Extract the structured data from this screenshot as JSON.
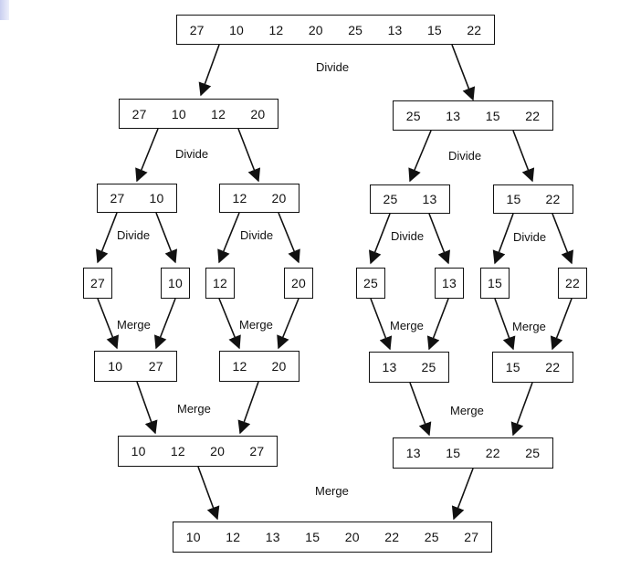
{
  "colors": {
    "ink": "#111111",
    "corner_accent": "#c9cff0"
  },
  "levels": {
    "root": {
      "values": [
        "27",
        "10",
        "12",
        "20",
        "25",
        "13",
        "15",
        "22"
      ]
    },
    "half_left": {
      "values": [
        "27",
        "10",
        "12",
        "20"
      ]
    },
    "half_right": {
      "values": [
        "25",
        "13",
        "15",
        "22"
      ]
    },
    "quarters": [
      {
        "values": [
          "27",
          "10"
        ]
      },
      {
        "values": [
          "12",
          "20"
        ]
      },
      {
        "values": [
          "25",
          "13"
        ]
      },
      {
        "values": [
          "15",
          "22"
        ]
      }
    ],
    "singles": [
      "27",
      "10",
      "12",
      "20",
      "25",
      "13",
      "15",
      "22"
    ],
    "merged_pairs": [
      {
        "values": [
          "10",
          "27"
        ]
      },
      {
        "values": [
          "12",
          "20"
        ]
      },
      {
        "values": [
          "13",
          "25"
        ]
      },
      {
        "values": [
          "15",
          "22"
        ]
      }
    ],
    "merged_half_left": {
      "values": [
        "10",
        "12",
        "20",
        "27"
      ]
    },
    "merged_half_right": {
      "values": [
        "13",
        "15",
        "22",
        "25"
      ]
    },
    "final": {
      "values": [
        "10",
        "12",
        "13",
        "15",
        "20",
        "22",
        "25",
        "27"
      ]
    }
  },
  "labels": {
    "divide_top": "Divide",
    "divide_left": "Divide",
    "divide_right": "Divide",
    "divide_q1": "Divide",
    "divide_q2": "Divide",
    "divide_q3": "Divide",
    "divide_q4": "Divide",
    "merge_p1": "Merge",
    "merge_p2": "Merge",
    "merge_p3": "Merge",
    "merge_p4": "Merge",
    "merge_left": "Merge",
    "merge_right": "Merge",
    "merge_final": "Merge"
  }
}
